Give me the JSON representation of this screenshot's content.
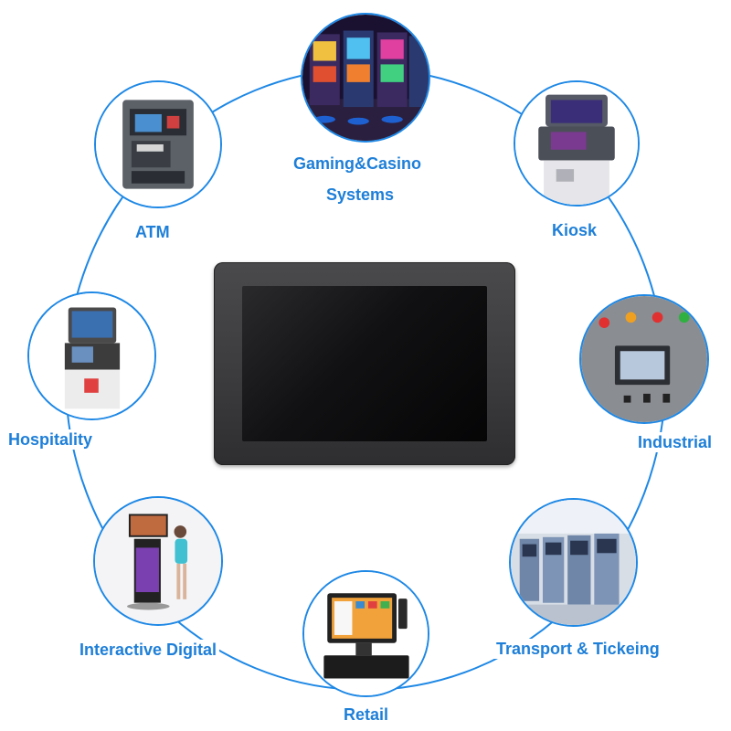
{
  "center": {
    "device": "open-frame-touch-monitor",
    "bezel_color": "#404042",
    "screen_color": "#121214"
  },
  "ring": {
    "color": "#1e88e5"
  },
  "label_color": "#1e7fd8",
  "applications": {
    "gaming": {
      "label_line1": "Gaming&Casino",
      "label_line2": "Systems",
      "icon": "slot-machines-image"
    },
    "kiosk": {
      "label": "Kiosk",
      "icon": "kiosk-terminal-image"
    },
    "industrial": {
      "label": "Industrial",
      "icon": "industrial-control-panel-image"
    },
    "transport": {
      "label": "Transport & Tickeing",
      "icon": "ticket-machines-image"
    },
    "retail": {
      "label": "Retail",
      "icon": "pos-terminal-image"
    },
    "interactive": {
      "label": "Interactive Digital",
      "icon": "digital-signage-image"
    },
    "hospitality": {
      "label": "Hospitality",
      "icon": "self-service-terminal-image"
    },
    "atm": {
      "label": "ATM",
      "icon": "atm-image"
    }
  }
}
